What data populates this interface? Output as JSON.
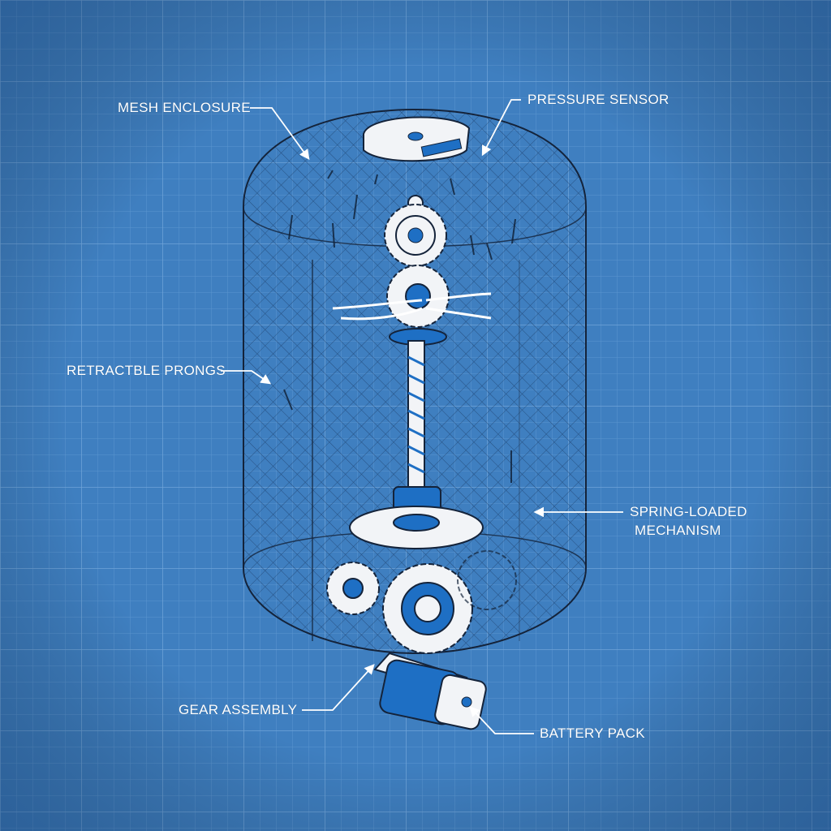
{
  "diagram": {
    "labels": {
      "mesh_enclosure": "MESH ENCLOSURE",
      "pressure_sensor": "PRESSURE SENSOR",
      "retractable_prongs": "RETRACTBLE PRONGS",
      "spring_loaded_line1": "SPRING-LOADED",
      "spring_loaded_line2": "MECHANISM",
      "gear_assembly": "GEAR ASSEMBLY",
      "battery_pack": "BATTERY PACK"
    },
    "colors": {
      "background": "#3f7fc0",
      "grid_minor": "#5b95cf",
      "grid_major": "#6fa4d8",
      "line": "#ffffff",
      "mesh": "#1d3f6b",
      "accent_blue": "#1e6fc4",
      "part_fill": "#f2f4f7"
    }
  }
}
